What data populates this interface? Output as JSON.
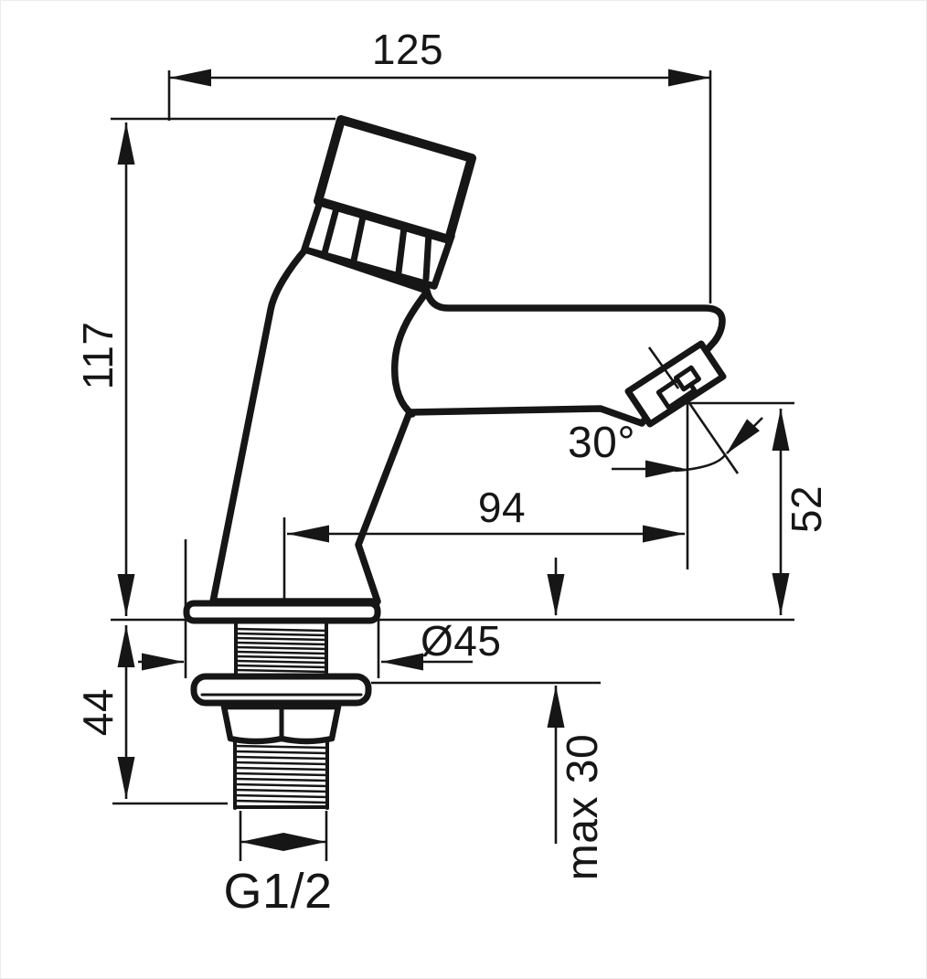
{
  "drawing": {
    "title": "faucet-technical-drawing",
    "dimensions": {
      "overall_width": "125",
      "body_height": "117",
      "spout_reach": "94",
      "spout_outlet_height": "52",
      "spout_angle": "30°",
      "base_diameter": "Ø45",
      "under_counter_height": "44",
      "max_counter_thickness": "max 30",
      "thread_size": "G1/2"
    },
    "colors": {
      "line": "#161616",
      "background": "#ffffff"
    }
  }
}
